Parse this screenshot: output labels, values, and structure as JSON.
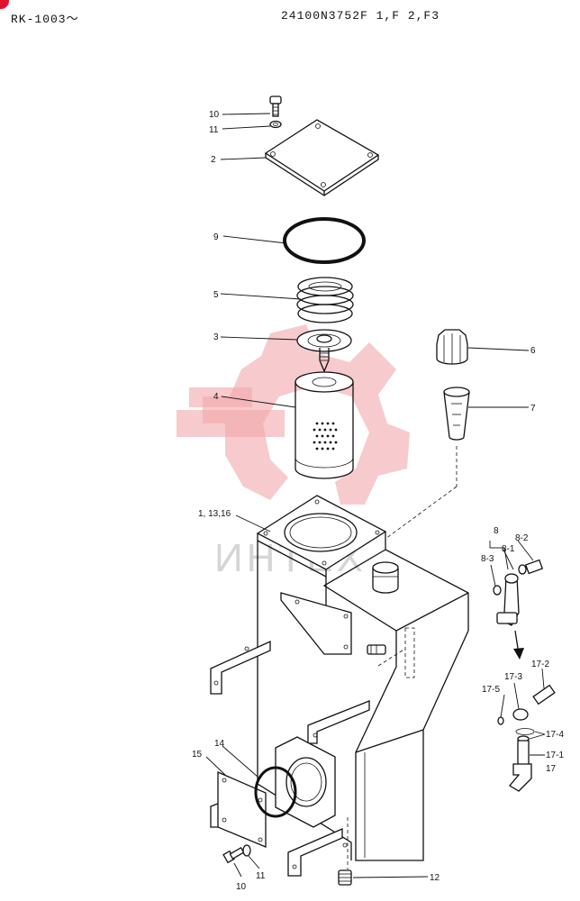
{
  "header": {
    "left": "RK-1003～",
    "right": "24100N3752F 1,F 2,F3"
  },
  "watermark": {
    "text": "ИНТЕХ",
    "color": "#e3122b"
  },
  "callouts": {
    "c10_top": "10",
    "c11_top": "11",
    "c2": "2",
    "c9": "9",
    "c5": "5",
    "c3": "3",
    "c4": "4",
    "c6": "6",
    "c7": "7",
    "c1_13_16": "1, 13,16",
    "c8": "8",
    "c8_1": "8-1",
    "c8_2": "8-2",
    "c8_3": "8-3",
    "c17_2": "17-2",
    "c17_3": "17-3",
    "c17_5": "17-5",
    "c17_4": "17-4",
    "c17_1": "17-1",
    "c17": "17",
    "c15": "15",
    "c14": "14",
    "c10_bot": "10",
    "c11_bot": "11",
    "c12": "12"
  }
}
